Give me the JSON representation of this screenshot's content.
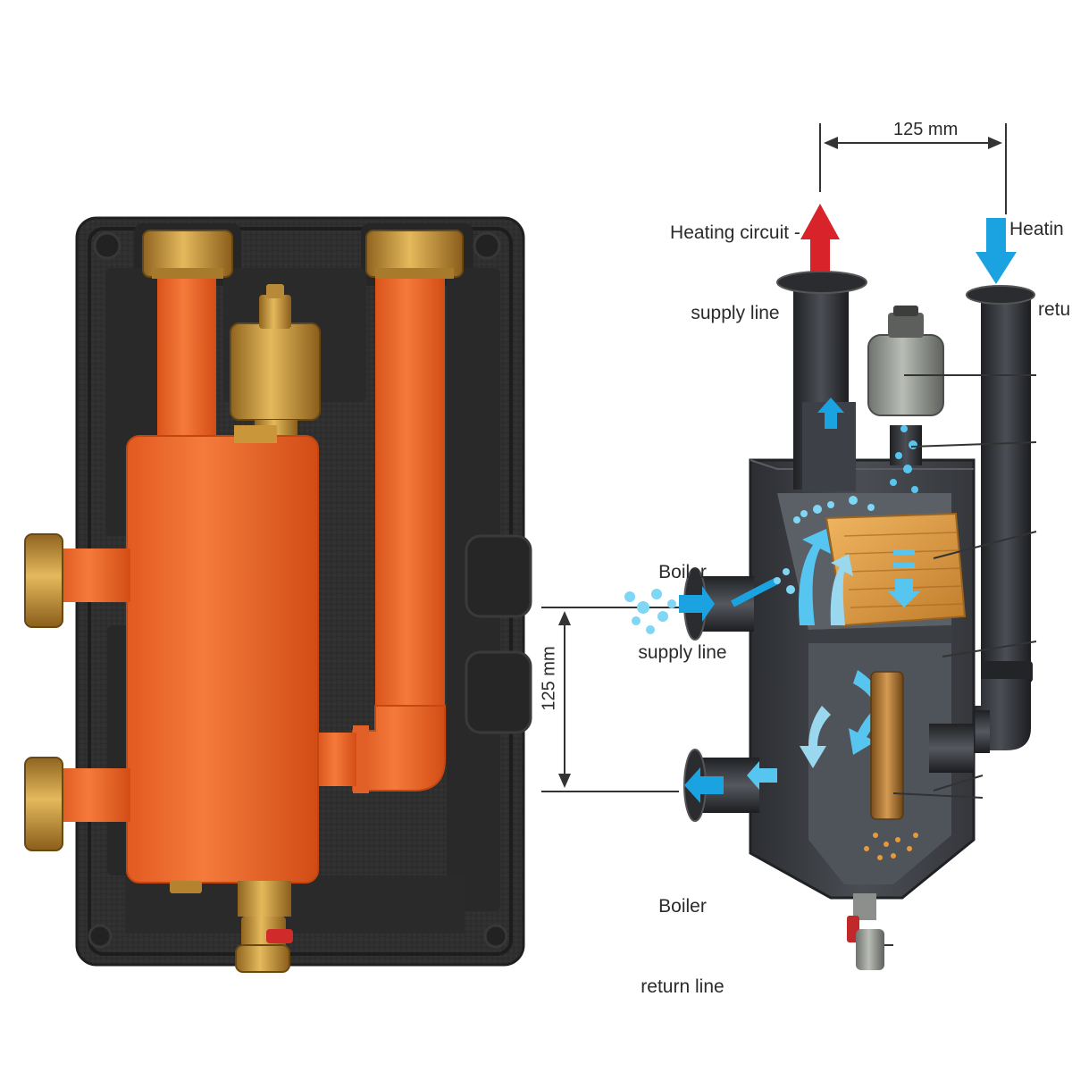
{
  "labels": {
    "heating_supply_line1": "Heating circuit -",
    "heating_supply_line2": "supply line",
    "heating_return_line1": "Heatin",
    "heating_return_line2": "retu",
    "boiler_supply_line1": "Boiler",
    "boiler_supply_line2": "supply line",
    "boiler_return_line1": "Boiler",
    "boiler_return_line2": "return line"
  },
  "dimensions": {
    "top_spacing": "125 mm",
    "side_spacing": "125 mm"
  },
  "colors": {
    "insulation": "#2e2e2e",
    "pipe_orange": "#ee6a2c",
    "brass": "#c9963a",
    "steel_dark": "#3a3d42",
    "arrow_hot": "#d8232a",
    "arrow_cold": "#1aa3e0",
    "separator_mesh": "#d99b45"
  }
}
